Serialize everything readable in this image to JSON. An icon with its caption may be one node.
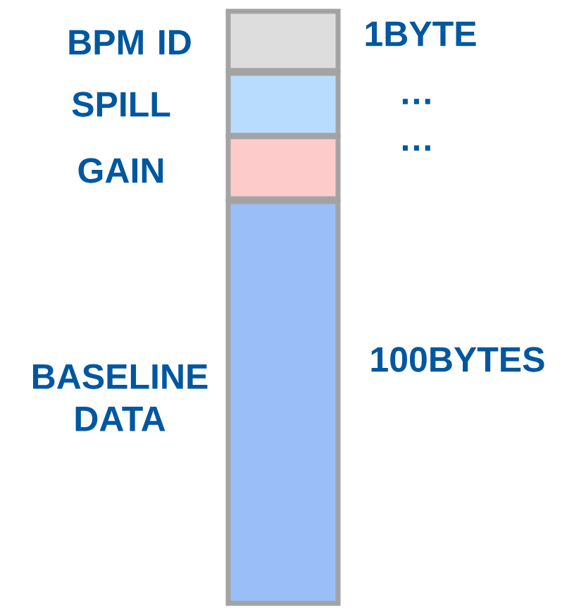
{
  "diagram": {
    "nodes": [
      {
        "text": [],
        "shape": "box",
        "beside": [
          "BPM ID",
          "1BYTE"
        ]
      },
      {
        "text": [],
        "shape": "box",
        "beside": [
          "SPILL",
          "…"
        ]
      },
      {
        "text": [],
        "shape": "box",
        "beside": [
          "GAIN",
          "…"
        ]
      },
      {
        "text": [],
        "shape": "box",
        "beside": [
          "BASELINE DATA",
          "100BYTES"
        ]
      }
    ]
  }
}
